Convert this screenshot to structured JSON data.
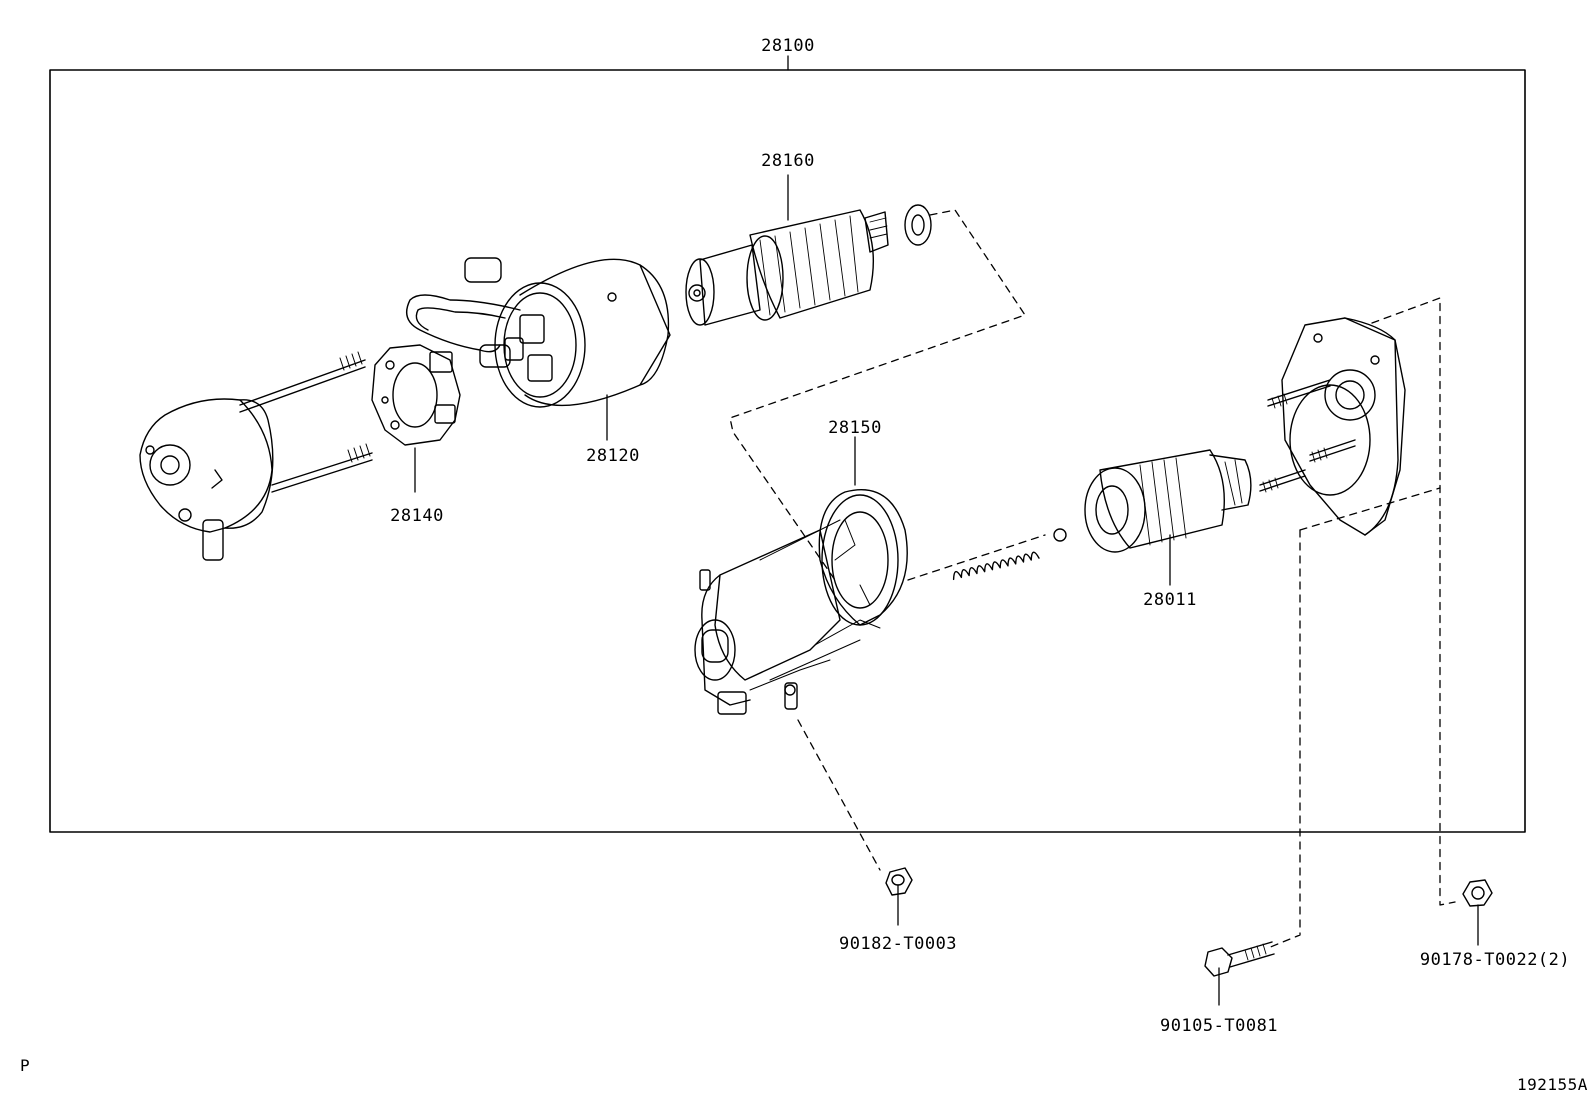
{
  "assembly": {
    "part_number": "28100"
  },
  "parts": [
    {
      "id": "armature",
      "part_number": "28160"
    },
    {
      "id": "field-yoke",
      "part_number": "28120"
    },
    {
      "id": "brush-holder",
      "part_number": "28140"
    },
    {
      "id": "magnetic-switch",
      "part_number": "28150"
    },
    {
      "id": "clutch-pinion",
      "part_number": "28011"
    }
  ],
  "fasteners": [
    {
      "id": "terminal-nut",
      "part_number": "90182-T0003"
    },
    {
      "id": "bolt",
      "part_number": "90105-T0081"
    },
    {
      "id": "flange-nut",
      "part_number": "90178-T0022(2)"
    }
  ],
  "footer": {
    "left_mark": "P",
    "drawing_id": "192155A"
  }
}
